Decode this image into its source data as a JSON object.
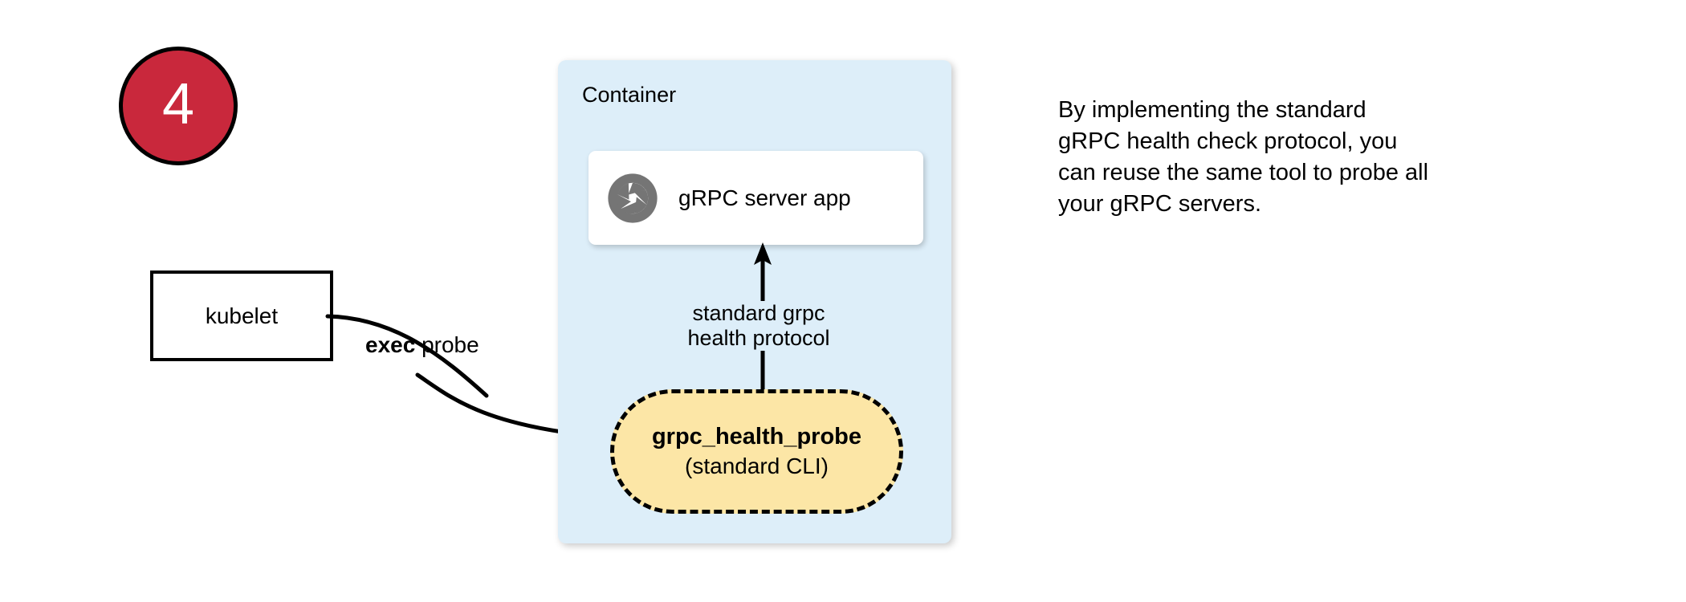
{
  "step_badge": {
    "number": "4",
    "fill_color": "#C9283C",
    "text_color": "#FFFFFF",
    "border_color": "#000000"
  },
  "kubelet": {
    "label": "kubelet"
  },
  "exec_probe_edge": {
    "bold_text": "exec",
    "rest_text": " probe"
  },
  "container": {
    "title": "Container",
    "fill_color": "#DDEEF9"
  },
  "grpc_app": {
    "icon": "aperture-shutter-icon",
    "label": "gRPC server app",
    "icon_color": "#757575"
  },
  "protocol_edge": {
    "line1": "standard grpc",
    "line2": "health protocol",
    "direction": "up"
  },
  "probe_tool": {
    "title": "grpc_health_probe",
    "subtitle": "(standard CLI)",
    "fill_color": "#FCE6A6",
    "border_style": "dashed"
  },
  "note": {
    "line1": "By implementing the standard",
    "line2": "gRPC health check protocol, you",
    "line3": "can reuse the same tool to probe all",
    "line4": "your gRPC servers."
  }
}
